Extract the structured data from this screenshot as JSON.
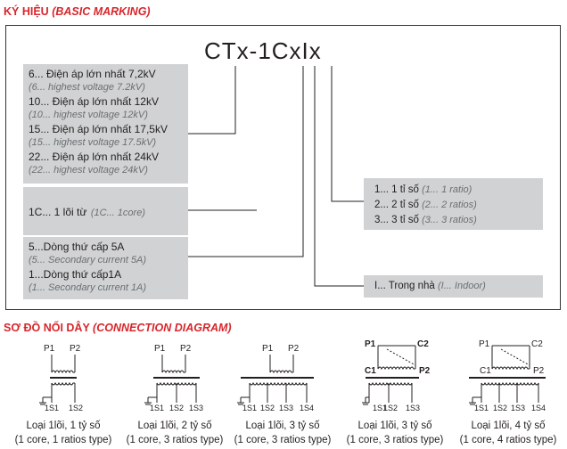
{
  "marking": {
    "title_vi": "KÝ HIỆU",
    "title_en": "(BASIC MARKING)",
    "code": "CTx-1CxIx",
    "voltage": [
      {
        "vi": "6... Điện áp lớn nhất 7,2kV",
        "en": "(6... highest voltage 7.2kV)"
      },
      {
        "vi": "10... Điện áp lớn nhất 12kV",
        "en": "(10... highest voltage 12kV)"
      },
      {
        "vi": "15... Điện áp lớn nhất 17,5kV",
        "en": "(15... highest voltage 17.5kV)"
      },
      {
        "vi": "22... Điện áp lớn nhất 24kV",
        "en": "(22... highest voltage 24kV)"
      }
    ],
    "core": {
      "vi": "1C... 1 lõi từ",
      "en": "(1C... 1core)"
    },
    "secondary": [
      {
        "vi": "5...Dòng thứ cấp 5A",
        "en": "(5... Secondary current 5A)"
      },
      {
        "vi": "1...Dòng thứ cấp1A",
        "en": "(1... Secondary current 1A)"
      }
    ],
    "ratios": [
      {
        "vi": "1... 1 tỉ số",
        "en": "(1... 1 ratio)"
      },
      {
        "vi": "2... 2 tỉ số",
        "en": "(2... 2 ratios)"
      },
      {
        "vi": "3... 3 tỉ số",
        "en": "(3... 3 ratios)"
      }
    ],
    "install": {
      "vi": "I... Trong nhà",
      "en": "(I... Indoor)"
    }
  },
  "connection": {
    "title_vi": "SƠ ĐỒ NỐI DÂY",
    "title_en": "(CONNECTION DIAGRAM)",
    "diagrams": [
      {
        "caption_vi": "Loại 1lõi, 1 tỷ số",
        "caption_en": "(1 core, 1 ratios type)",
        "primary": [
          "P1",
          "P2"
        ],
        "secondary": [
          "1S1",
          "1S2"
        ]
      },
      {
        "caption_vi": "Loại 1lõi, 2 tỷ số",
        "caption_en": "(1 core, 3 ratios type)",
        "primary": [
          "P1",
          "P2"
        ],
        "secondary": [
          "1S1",
          "1S2",
          "1S3"
        ]
      },
      {
        "caption_vi": "Loại 1lõi, 3 tỷ số",
        "caption_en": "(1 core, 3 ratios type)",
        "primary": [
          "P1",
          "P2"
        ],
        "secondary": [
          "1S1",
          "1S2",
          "1S3",
          "1S4"
        ]
      },
      {
        "caption_vi": "Loại 1lõi, 3 tỷ số",
        "caption_en": "(1 core, 3 ratios type)",
        "primary": [
          "P1",
          "C2",
          "C1",
          "P2"
        ],
        "secondary": [
          "1S1",
          "1S2",
          "1S3"
        ]
      },
      {
        "caption_vi": "Loại 1lõi, 4 tỷ số",
        "caption_en": "(1 core, 4 ratios type)",
        "primary": [
          "P1",
          "C2",
          "C1",
          "P2"
        ],
        "secondary": [
          "1S1",
          "1S2",
          "1S3",
          "1S4"
        ]
      }
    ]
  }
}
